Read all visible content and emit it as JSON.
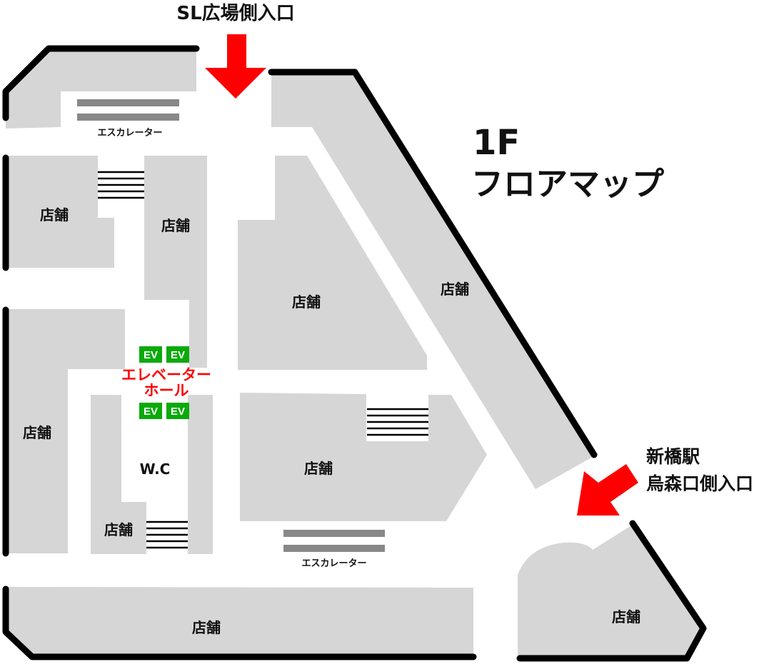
{
  "title": {
    "floor": "1F",
    "name": "フロアマップ"
  },
  "entrances": {
    "top": "SL広場側入口",
    "right_line1": "新橋駅",
    "right_line2": "烏森口側入口"
  },
  "stores": {
    "label": "店舗"
  },
  "facilities": {
    "wc": "W.C",
    "ev": "EV",
    "elevator_hall_line1": "エレベーター",
    "elevator_hall_line2": "ホール",
    "escalator": "エスカレーター"
  },
  "colors": {
    "store": "#d6d6d6",
    "wall": "#000000",
    "arrow": "#ff0000",
    "ev": "#0aaa0a"
  }
}
